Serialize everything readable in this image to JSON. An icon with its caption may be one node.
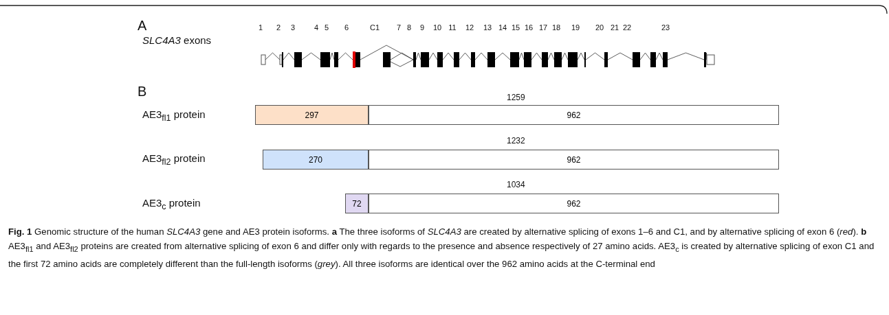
{
  "diagram": {
    "caption": "**Fig. 1** Genomic structure of the human *SLC4A3* gene and AE3 protein isoforms. **a** The three isoforms of *SLC4A3* are created by alternative splicing of exons 1–6 and C1, and by alternative splicing of exon 6 (*red*). **b** AE3$_{fl1}$ and AE3$_{fl2}$ proteins are created from alternative splicing of exon 6 and differ only with regards to the presence and absence respectively of 27 amino acids. AE3$_{c}$ is created by alternative splicing of exon C1 and the first 72 amino acids are completely different than the full-length isoforms (*grey*). All three isoforms are identical over the 962 amino acids at the C-terminal end",
    "nodes": [
      {
        "text": [
          "297"
        ]
      },
      {
        "text": [
          "962"
        ]
      },
      {
        "text": [
          "270"
        ]
      },
      {
        "text": [
          "962"
        ]
      },
      {
        "text": [
          "72"
        ]
      },
      {
        "text": [
          "962"
        ]
      }
    ],
    "labels": [
      "A",
      "1",
      "2",
      "3",
      "4",
      "5",
      "6",
      "C1",
      "7",
      "8",
      "9",
      "10",
      "11",
      "12",
      "13",
      "14",
      "15",
      "16",
      "17",
      "18",
      "19",
      "20",
      "21",
      "22",
      "23",
      "*SLC4A3* exons",
      "B",
      "1259",
      "AE3$_{fl1}$ protein",
      "1232",
      "AE3$_{fl2}$  protein",
      "1034",
      "AE3$_{c}$ protein"
    ]
  }
}
